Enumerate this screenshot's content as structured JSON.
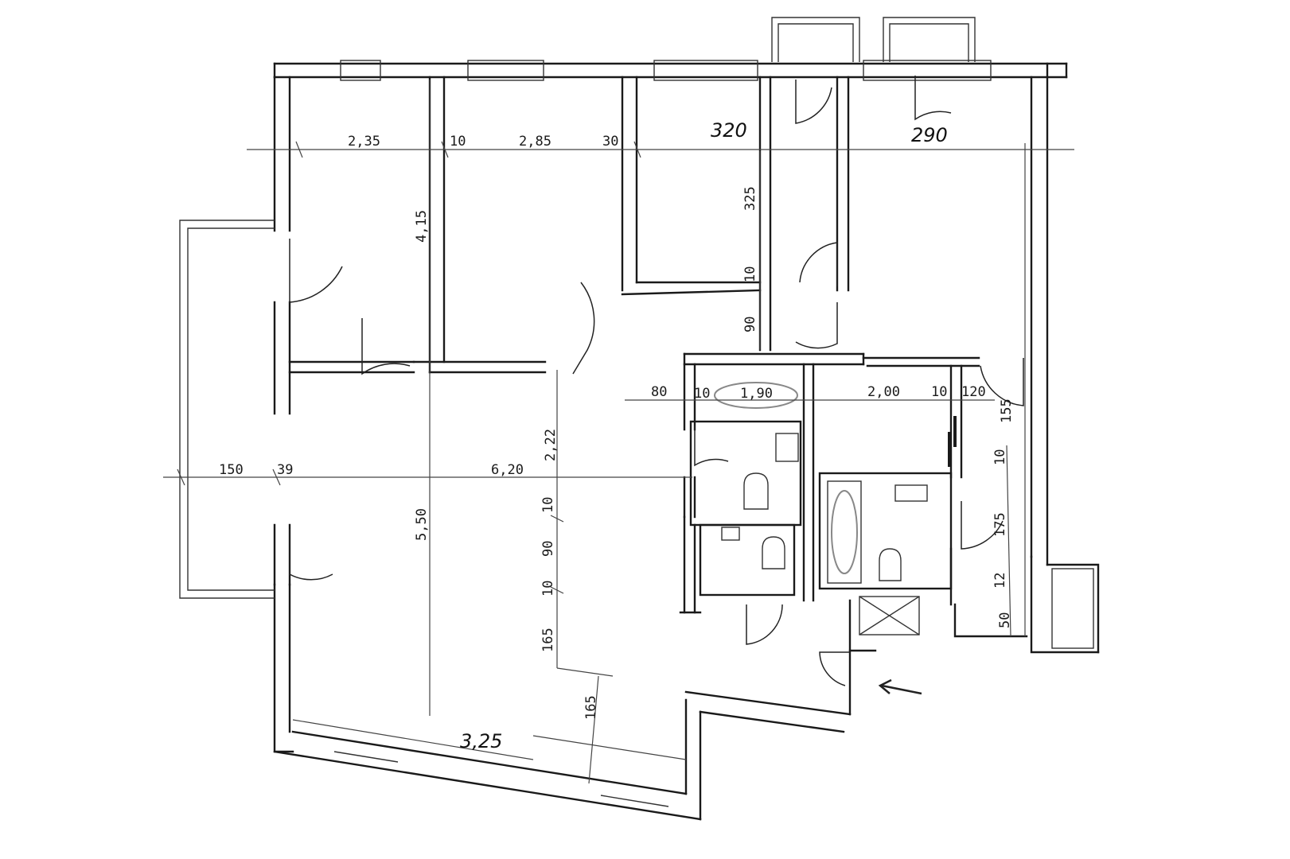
{
  "plan": {
    "dimensions": [
      {
        "id": "d-235",
        "text": "2,35"
      },
      {
        "id": "d-10a",
        "text": "10"
      },
      {
        "id": "d-285",
        "text": "2,85"
      },
      {
        "id": "d-30",
        "text": "30"
      },
      {
        "id": "d-320",
        "text": "320"
      },
      {
        "id": "d-290",
        "text": "290"
      },
      {
        "id": "d-325",
        "text": "325"
      },
      {
        "id": "d-415",
        "text": "4,15"
      },
      {
        "id": "d-10b",
        "text": "10"
      },
      {
        "id": "d-90a",
        "text": "90"
      },
      {
        "id": "d-80",
        "text": "80"
      },
      {
        "id": "d-10c",
        "text": "10"
      },
      {
        "id": "d-190",
        "text": "1,90"
      },
      {
        "id": "d-200",
        "text": "2,00"
      },
      {
        "id": "d-10d",
        "text": "10"
      },
      {
        "id": "d-120",
        "text": "120"
      },
      {
        "id": "d-155",
        "text": "155"
      },
      {
        "id": "d-10e",
        "text": "10"
      },
      {
        "id": "d-175",
        "text": "175"
      },
      {
        "id": "d-12",
        "text": "12"
      },
      {
        "id": "d-50",
        "text": "50"
      },
      {
        "id": "d-150",
        "text": "150"
      },
      {
        "id": "d-39",
        "text": "39"
      },
      {
        "id": "d-620",
        "text": "6,20"
      },
      {
        "id": "d-222",
        "text": "2,22"
      },
      {
        "id": "d-550",
        "text": "5,50"
      },
      {
        "id": "d-10f",
        "text": "10"
      },
      {
        "id": "d-90b",
        "text": "90"
      },
      {
        "id": "d-10g",
        "text": "10"
      },
      {
        "id": "d-165a",
        "text": "165"
      },
      {
        "id": "d-165b",
        "text": "165"
      },
      {
        "id": "d-325b",
        "text": "3,25"
      }
    ]
  }
}
